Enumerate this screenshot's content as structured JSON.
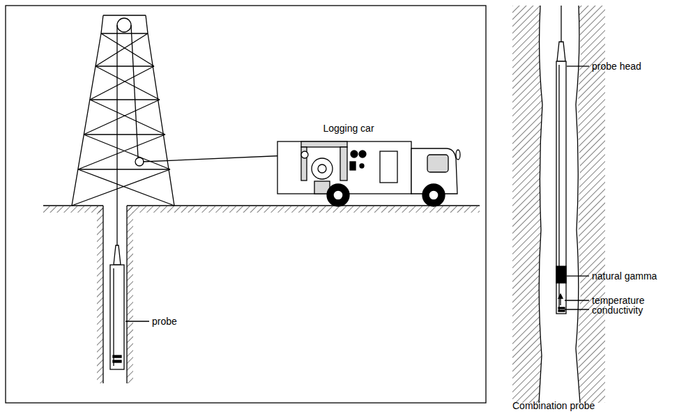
{
  "diagram": {
    "labels": [
      "Logging car",
      "probe",
      "probe head",
      "natural gamma",
      "temperature",
      "conductivity",
      "Combination probe"
    ]
  }
}
